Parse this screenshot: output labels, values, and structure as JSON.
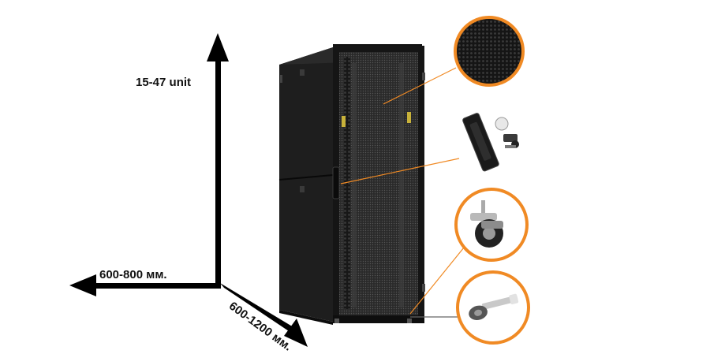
{
  "labels": {
    "height": "15-47 unit",
    "width": "600-800 мм.",
    "depth": "600-1200 мм."
  },
  "colors": {
    "accent_ring": "#f08a24",
    "cabinet": "#1c1c1c",
    "leader_line": "#f08a24",
    "arrow": "#000000"
  },
  "insets": [
    {
      "name": "perforated-mesh-detail"
    },
    {
      "name": "door-lock-handle-detail"
    },
    {
      "name": "caster-wheel-detail"
    },
    {
      "name": "leveling-foot-detail"
    }
  ]
}
